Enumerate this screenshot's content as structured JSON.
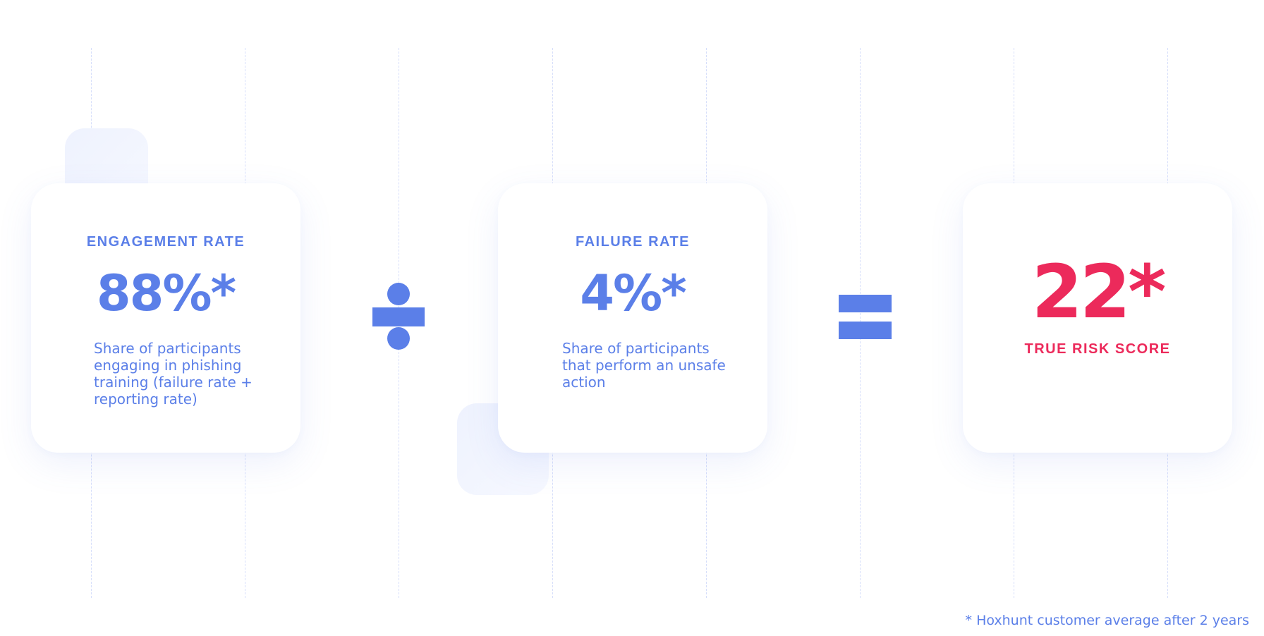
{
  "colors": {
    "accent": "#5b7fe8",
    "highlight": "#ec2a5b",
    "grid": "#d6defa",
    "card_background": "#ffffff"
  },
  "cards": [
    {
      "title": "ENGAGEMENT RATE",
      "value": "88%*",
      "description": "Share of participants engaging in phishing training (failure rate + reporting rate)"
    },
    {
      "title": "FAILURE RATE",
      "value": "4%*",
      "description": "Share of participants that perform an unsafe action"
    }
  ],
  "result": {
    "value": "22*",
    "label": "TRUE RISK SCORE"
  },
  "operators": {
    "first": "divide-icon",
    "second": "equals-icon"
  },
  "footnote": "* Hoxhunt customer average after 2 years"
}
